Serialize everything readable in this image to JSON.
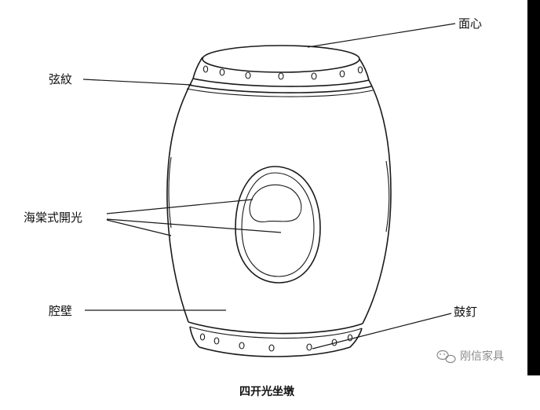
{
  "labels": {
    "top_surface": "面心",
    "string_pattern": "弦紋",
    "opening": "海棠式開光",
    "wall": "腔壁",
    "drum_nails": "鼓釘"
  },
  "caption": "四开光坐墩",
  "watermark": {
    "text": "刚信家具",
    "icon": "wechat-icon"
  },
  "colors": {
    "ink": "#1a1a1a",
    "right_edge_bar": "#000000",
    "watermark": "#8a8a8a"
  }
}
